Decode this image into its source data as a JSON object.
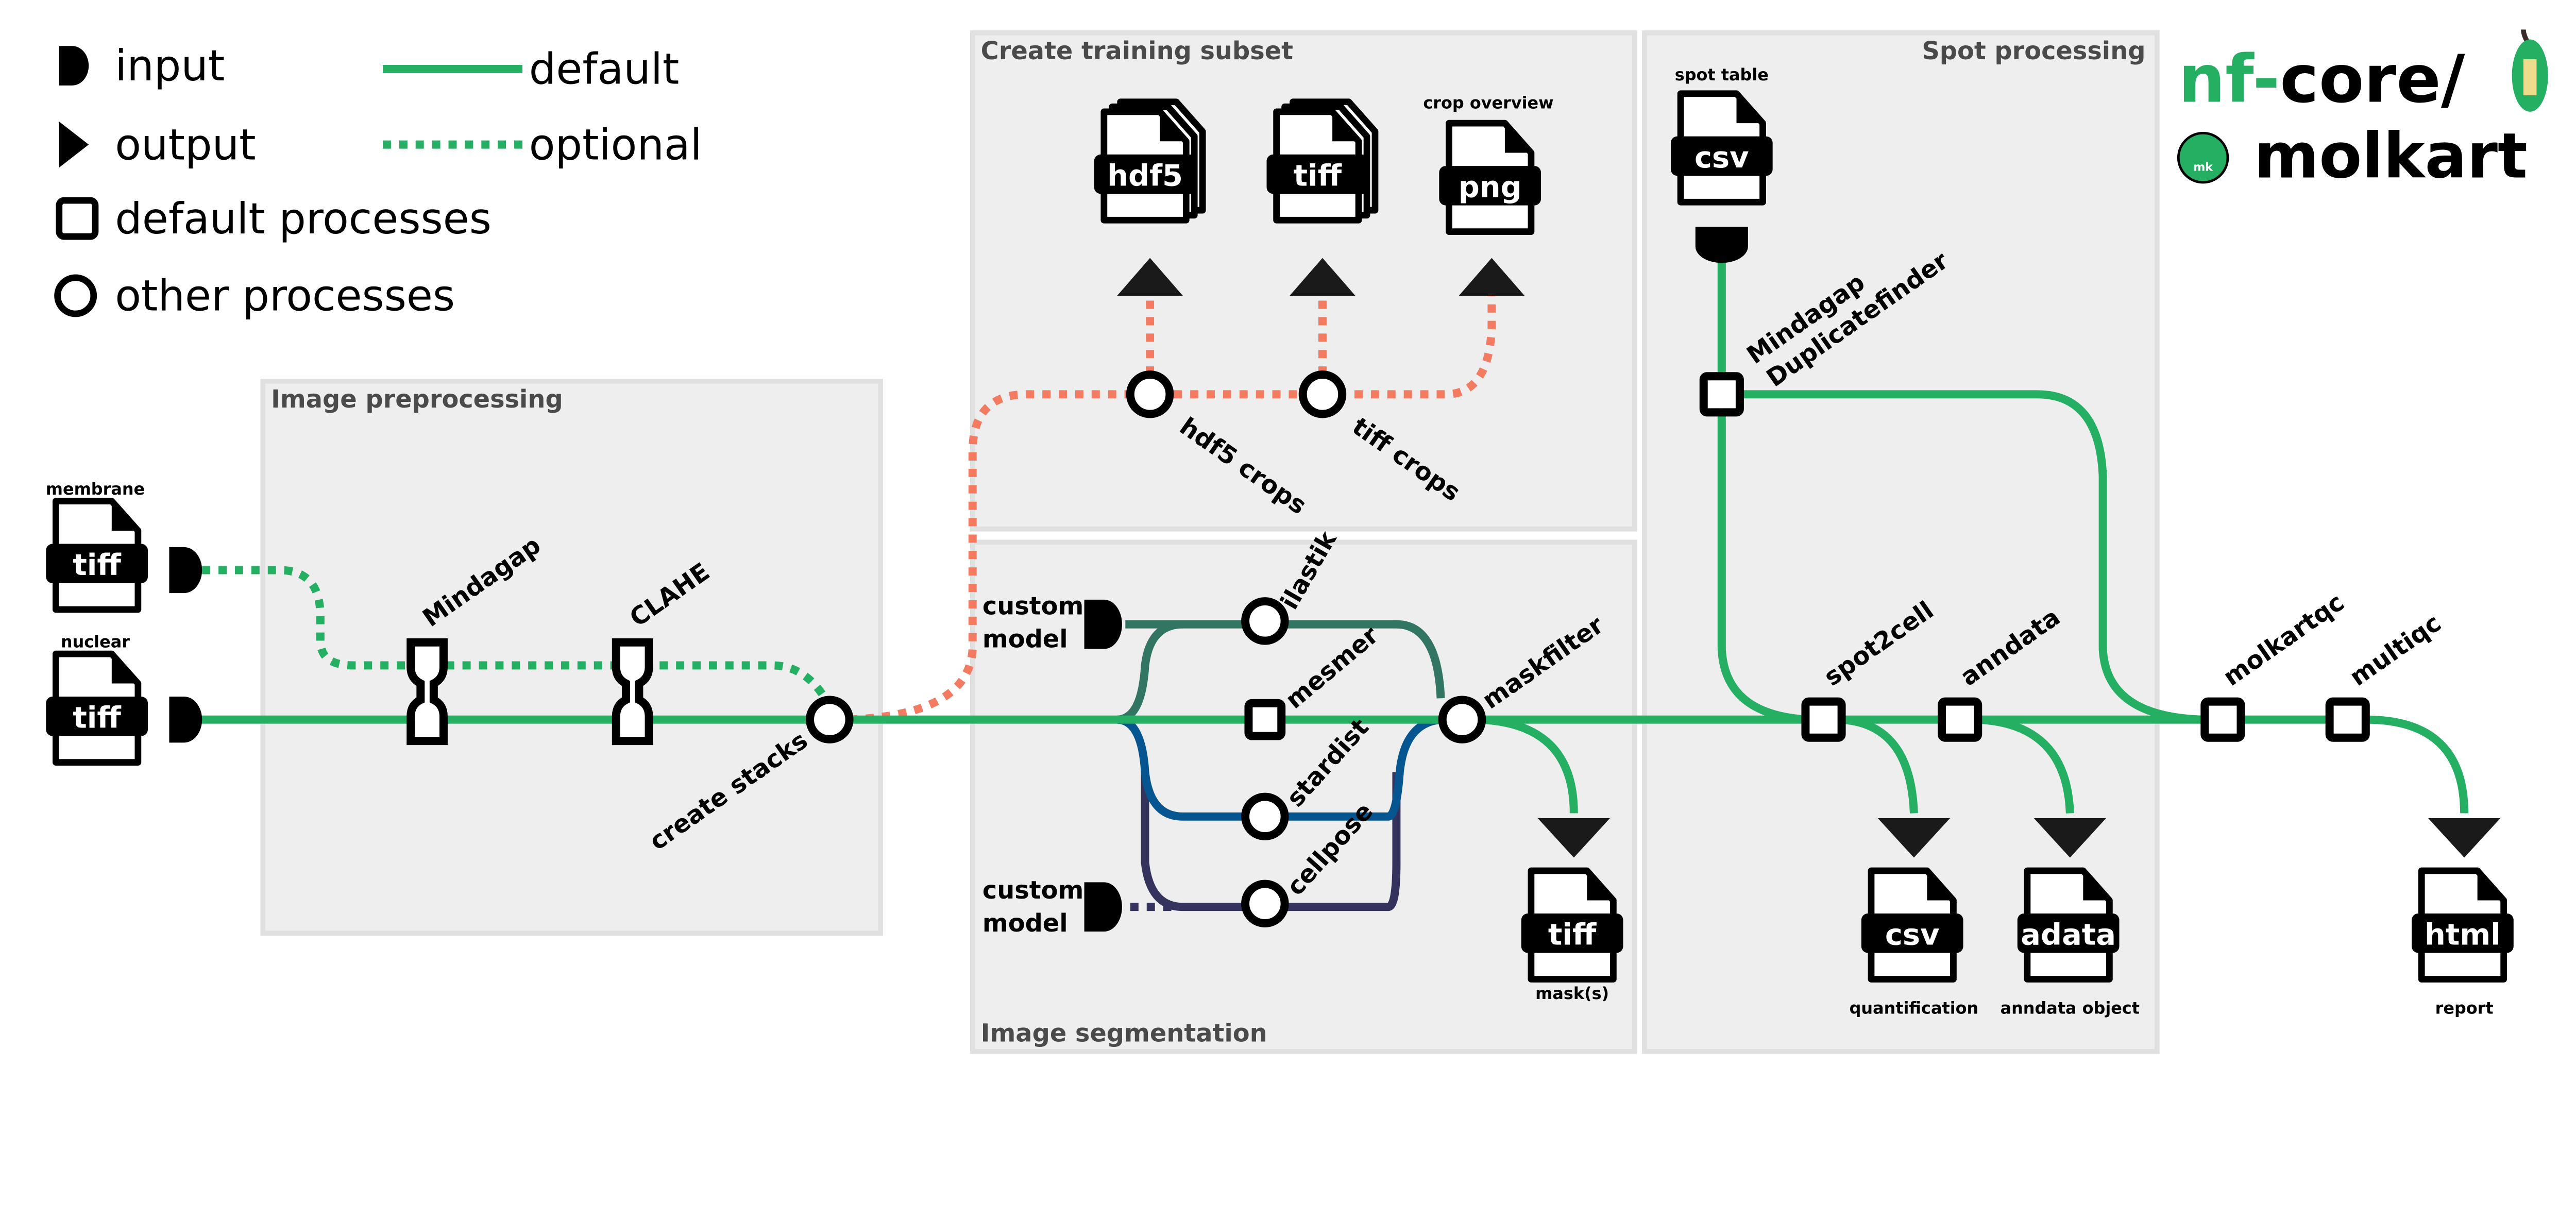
{
  "legend": {
    "input": "input",
    "output": "output",
    "default_processes": "default processes",
    "other_processes": "other processes",
    "default": "default",
    "optional": "optional"
  },
  "colors": {
    "default": "#24af63",
    "optional_training": "#f37b61",
    "ilastik": "#337563",
    "stardist": "#055690",
    "cellpose": "#33335e"
  },
  "logo": {
    "line1": "nf-core/",
    "line2": "molkart",
    "badge": "mk"
  },
  "sections": {
    "image_preprocessing": "Image preprocessing",
    "create_training_subset": "Create training subset",
    "image_segmentation": "Image segmentation",
    "spot_processing": "Spot processing"
  },
  "inputs": {
    "membrane": "membrane",
    "nuclear": "nuclear",
    "custom_model": [
      "custom",
      "model"
    ],
    "spot_table": "spot table"
  },
  "processes": {
    "mindagap": "Mindagap",
    "clahe": "CLAHE",
    "create_stacks": "create stacks",
    "hdf5_crops": "hdf5 crops",
    "tiff_crops": "tiff crops",
    "ilastik": "ilastik",
    "mesmer": "mesmer",
    "stardist": "stardist",
    "cellpose": "cellpose",
    "maskfilter": "maskfilter",
    "duplicatefinder": [
      "Mindagap",
      "Duplicatefinder"
    ],
    "spot2cell": "spot2cell",
    "anndata": "anndata",
    "molkartqc": "molkartqc",
    "multiqc": "multiqc"
  },
  "files": [
    {
      "type": "tiff",
      "caption": ""
    },
    {
      "type": "tiff",
      "caption": ""
    },
    {
      "type": "hdf5",
      "caption": ""
    },
    {
      "type": "tiff",
      "caption": ""
    },
    {
      "type": "png",
      "caption": "crop overview"
    },
    {
      "type": "tiff",
      "caption": "mask(s)"
    },
    {
      "type": "csv",
      "caption": ""
    },
    {
      "type": "csv",
      "caption": "quantification"
    },
    {
      "type": "adata",
      "caption": "anndata object"
    },
    {
      "type": "html",
      "caption": "report"
    }
  ]
}
